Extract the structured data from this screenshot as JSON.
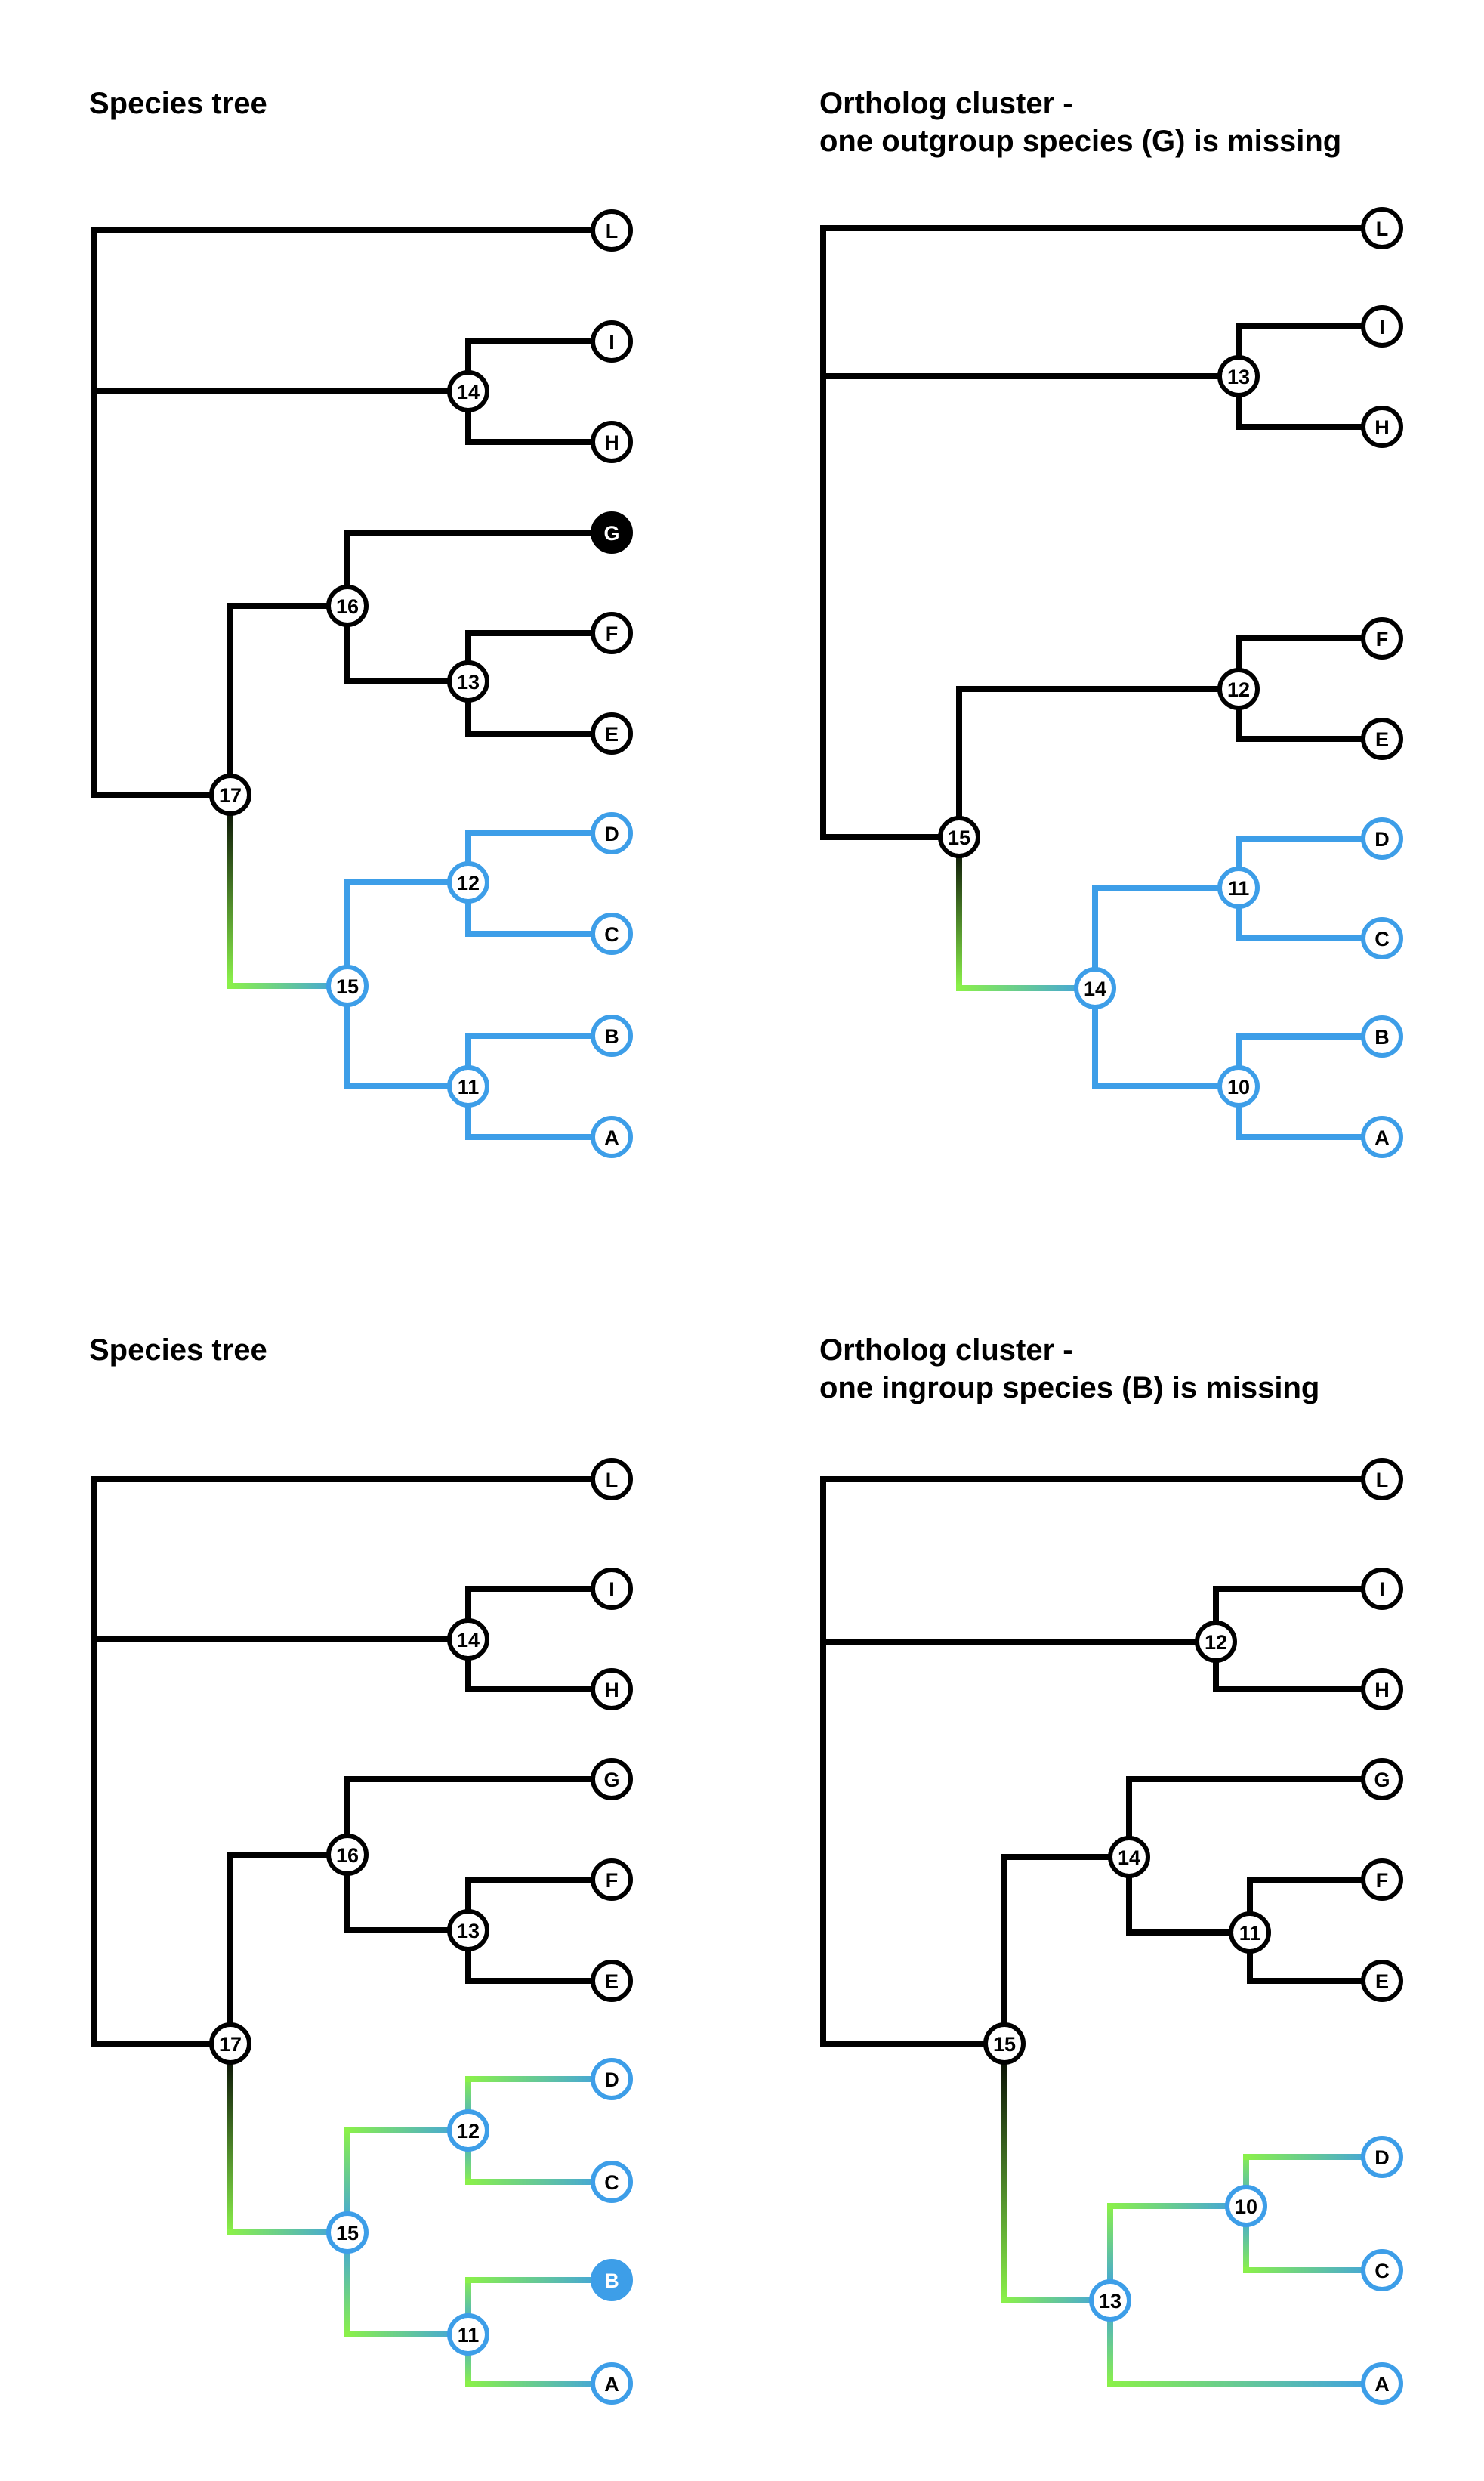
{
  "colors": {
    "black": "#000000",
    "blue": "#3d9ee8",
    "green": "#8af04a",
    "white": "#ffffff"
  },
  "panels": [
    {
      "id": "p1",
      "title_lines": [
        "Species tree"
      ],
      "nodes": [
        {
          "id": "L",
          "label": "L",
          "kind": "leaf",
          "color": "black"
        },
        {
          "id": "I",
          "label": "I",
          "kind": "leaf",
          "color": "black"
        },
        {
          "id": "H",
          "label": "H",
          "kind": "leaf",
          "color": "black"
        },
        {
          "id": "G",
          "label": "G",
          "kind": "leaf",
          "color": "black",
          "filled": true
        },
        {
          "id": "F",
          "label": "F",
          "kind": "leaf",
          "color": "black"
        },
        {
          "id": "E",
          "label": "E",
          "kind": "leaf",
          "color": "black"
        },
        {
          "id": "D",
          "label": "D",
          "kind": "leaf",
          "color": "blue"
        },
        {
          "id": "C",
          "label": "C",
          "kind": "leaf",
          "color": "blue"
        },
        {
          "id": "B",
          "label": "B",
          "kind": "leaf",
          "color": "blue"
        },
        {
          "id": "A",
          "label": "A",
          "kind": "leaf",
          "color": "blue"
        },
        {
          "id": "n14",
          "label": "14",
          "kind": "internal",
          "color": "black"
        },
        {
          "id": "n16",
          "label": "16",
          "kind": "internal",
          "color": "black"
        },
        {
          "id": "n13",
          "label": "13",
          "kind": "internal",
          "color": "black"
        },
        {
          "id": "n17",
          "label": "17",
          "kind": "internal",
          "color": "black"
        },
        {
          "id": "n12",
          "label": "12",
          "kind": "internal",
          "color": "blue"
        },
        {
          "id": "n15",
          "label": "15",
          "kind": "internal",
          "color": "blue"
        },
        {
          "id": "n11",
          "label": "11",
          "kind": "internal",
          "color": "blue"
        }
      ]
    },
    {
      "id": "p2",
      "title_lines": [
        "Ortholog cluster -",
        "one outgroup species (G) is missing"
      ],
      "nodes": [
        {
          "id": "L",
          "label": "L",
          "kind": "leaf",
          "color": "black"
        },
        {
          "id": "I",
          "label": "I",
          "kind": "leaf",
          "color": "black"
        },
        {
          "id": "H",
          "label": "H",
          "kind": "leaf",
          "color": "black"
        },
        {
          "id": "F",
          "label": "F",
          "kind": "leaf",
          "color": "black"
        },
        {
          "id": "E",
          "label": "E",
          "kind": "leaf",
          "color": "black"
        },
        {
          "id": "D",
          "label": "D",
          "kind": "leaf",
          "color": "blue"
        },
        {
          "id": "C",
          "label": "C",
          "kind": "leaf",
          "color": "blue"
        },
        {
          "id": "B",
          "label": "B",
          "kind": "leaf",
          "color": "blue"
        },
        {
          "id": "A",
          "label": "A",
          "kind": "leaf",
          "color": "blue"
        },
        {
          "id": "n13",
          "label": "13",
          "kind": "internal",
          "color": "black"
        },
        {
          "id": "n12",
          "label": "12",
          "kind": "internal",
          "color": "black"
        },
        {
          "id": "n15",
          "label": "15",
          "kind": "internal",
          "color": "black"
        },
        {
          "id": "n11",
          "label": "11",
          "kind": "internal",
          "color": "blue"
        },
        {
          "id": "n14",
          "label": "14",
          "kind": "internal",
          "color": "blue"
        },
        {
          "id": "n10",
          "label": "10",
          "kind": "internal",
          "color": "blue"
        }
      ]
    },
    {
      "id": "p3",
      "title_lines": [
        "Species tree"
      ],
      "nodes": [
        {
          "id": "L",
          "label": "L",
          "kind": "leaf",
          "color": "black"
        },
        {
          "id": "I",
          "label": "I",
          "kind": "leaf",
          "color": "black"
        },
        {
          "id": "H",
          "label": "H",
          "kind": "leaf",
          "color": "black"
        },
        {
          "id": "G",
          "label": "G",
          "kind": "leaf",
          "color": "black"
        },
        {
          "id": "F",
          "label": "F",
          "kind": "leaf",
          "color": "black"
        },
        {
          "id": "E",
          "label": "E",
          "kind": "leaf",
          "color": "black"
        },
        {
          "id": "D",
          "label": "D",
          "kind": "leaf",
          "color": "blue"
        },
        {
          "id": "C",
          "label": "C",
          "kind": "leaf",
          "color": "blue"
        },
        {
          "id": "B",
          "label": "B",
          "kind": "leaf",
          "color": "blue",
          "filled": true
        },
        {
          "id": "A",
          "label": "A",
          "kind": "leaf",
          "color": "blue"
        },
        {
          "id": "n14",
          "label": "14",
          "kind": "internal",
          "color": "black"
        },
        {
          "id": "n16",
          "label": "16",
          "kind": "internal",
          "color": "black"
        },
        {
          "id": "n13",
          "label": "13",
          "kind": "internal",
          "color": "black"
        },
        {
          "id": "n17",
          "label": "17",
          "kind": "internal",
          "color": "black"
        },
        {
          "id": "n12",
          "label": "12",
          "kind": "internal",
          "color": "blue"
        },
        {
          "id": "n15",
          "label": "15",
          "kind": "internal",
          "color": "blue"
        },
        {
          "id": "n11",
          "label": "11",
          "kind": "internal",
          "color": "blue"
        }
      ]
    },
    {
      "id": "p4",
      "title_lines": [
        "Ortholog cluster -",
        "one ingroup species (B) is missing"
      ],
      "nodes": [
        {
          "id": "L",
          "label": "L",
          "kind": "leaf",
          "color": "black"
        },
        {
          "id": "I",
          "label": "I",
          "kind": "leaf",
          "color": "black"
        },
        {
          "id": "H",
          "label": "H",
          "kind": "leaf",
          "color": "black"
        },
        {
          "id": "G",
          "label": "G",
          "kind": "leaf",
          "color": "black"
        },
        {
          "id": "F",
          "label": "F",
          "kind": "leaf",
          "color": "black"
        },
        {
          "id": "E",
          "label": "E",
          "kind": "leaf",
          "color": "black"
        },
        {
          "id": "D",
          "label": "D",
          "kind": "leaf",
          "color": "blue"
        },
        {
          "id": "C",
          "label": "C",
          "kind": "leaf",
          "color": "blue"
        },
        {
          "id": "A",
          "label": "A",
          "kind": "leaf",
          "color": "blue"
        },
        {
          "id": "n12",
          "label": "12",
          "kind": "internal",
          "color": "black"
        },
        {
          "id": "n14",
          "label": "14",
          "kind": "internal",
          "color": "black"
        },
        {
          "id": "n11",
          "label": "11",
          "kind": "internal",
          "color": "black"
        },
        {
          "id": "n15",
          "label": "15",
          "kind": "internal",
          "color": "black"
        },
        {
          "id": "n10",
          "label": "10",
          "kind": "internal",
          "color": "blue"
        },
        {
          "id": "n13",
          "label": "13",
          "kind": "internal",
          "color": "blue"
        }
      ]
    }
  ]
}
